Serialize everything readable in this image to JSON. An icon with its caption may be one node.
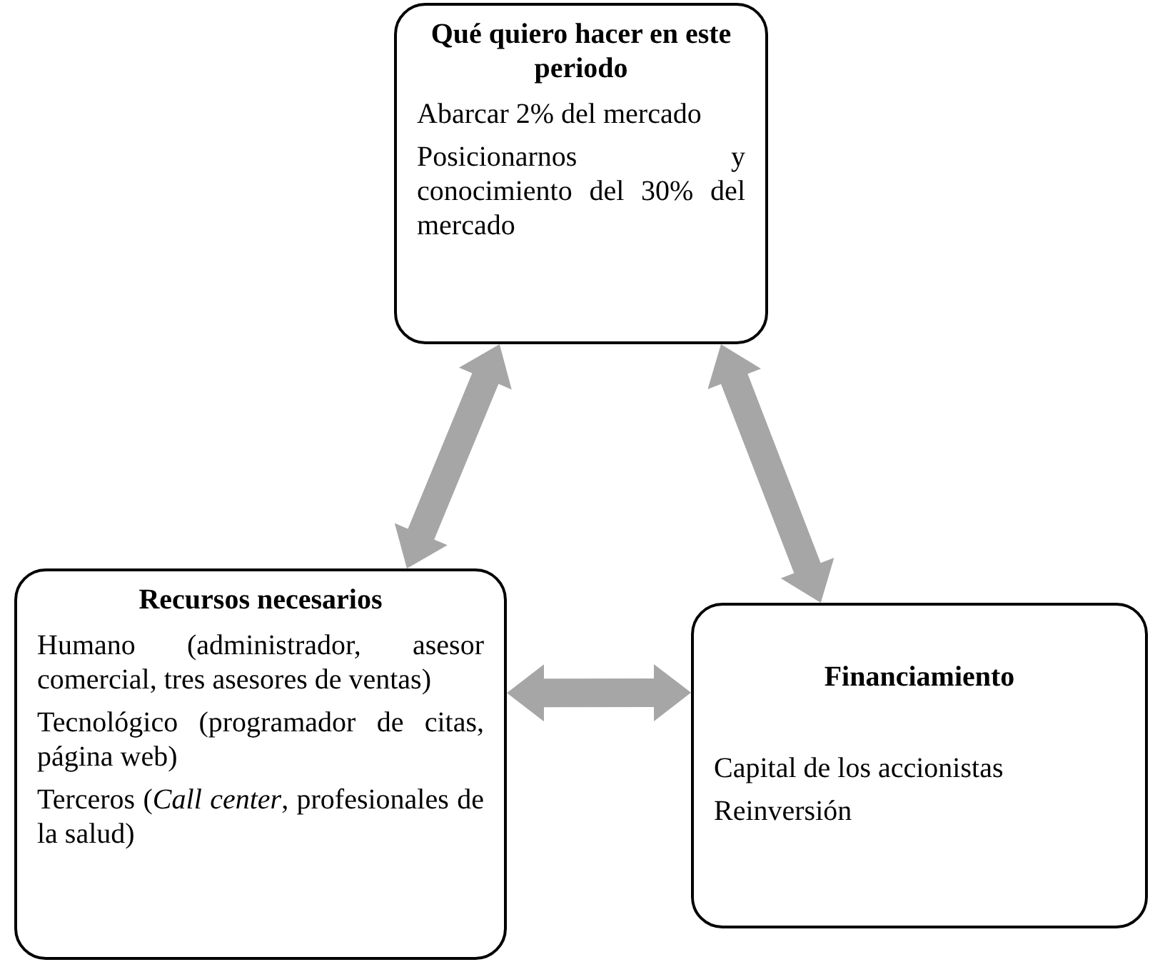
{
  "diagram": {
    "nodes": [
      {
        "text": [
          "Qué quiero hacer en este periodo",
          "Abarcar 2% del mercado",
          "Posicionarnos y conocimiento del 30% del mercado"
        ]
      },
      {
        "text": [
          "Recursos necesarios",
          "Humano (administrador, asesor comercial, tres asesores de ventas)",
          "Tecnológico (programador de citas, página web)",
          "Terceros (*Call center*, profesionales de la salud)"
        ]
      },
      {
        "text": [
          "Financiamiento",
          "Capital de los accionistas",
          "Reinversión"
        ]
      }
    ],
    "edges": [
      {
        "from": 1,
        "to": 0,
        "arrow": "both",
        "style": "thick"
      },
      {
        "from": 0,
        "to": 2,
        "arrow": "both",
        "style": "thick"
      },
      {
        "from": 1,
        "to": 2,
        "arrow": "both",
        "style": "thick"
      }
    ]
  }
}
